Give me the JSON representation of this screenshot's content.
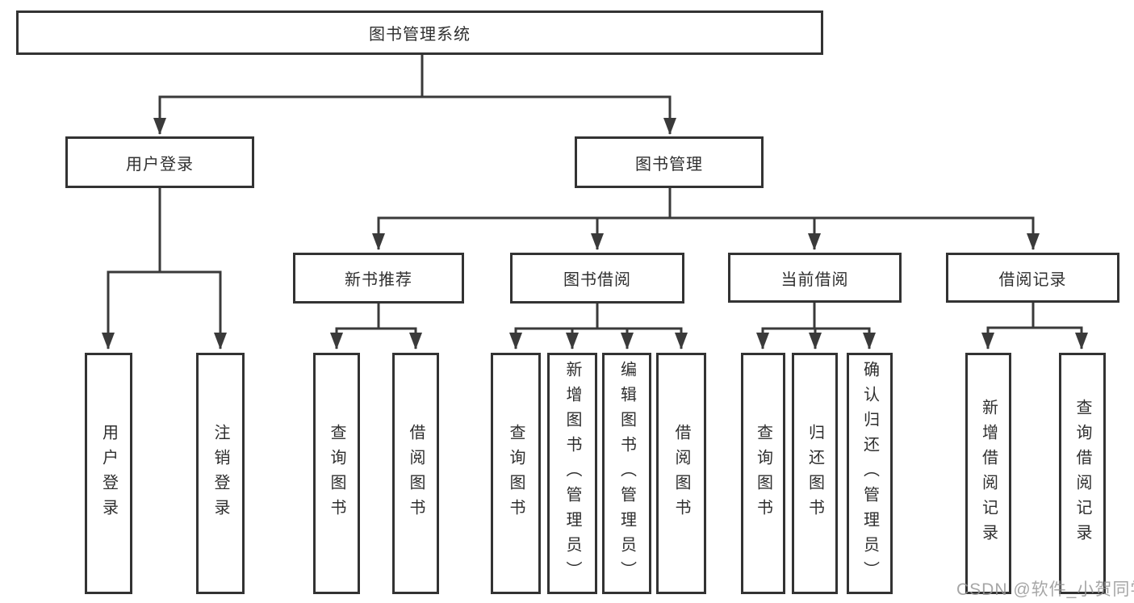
{
  "diagram": {
    "root": {
      "label": "图书管理系统"
    },
    "level2": [
      {
        "label": "用户登录",
        "children": [
          {
            "label": "用户登录"
          },
          {
            "label": "注销登录"
          }
        ]
      },
      {
        "label": "图书管理",
        "children": [
          {
            "label": "新书推荐",
            "children": [
              {
                "label": "查询图书"
              },
              {
                "label": "借阅图书"
              }
            ]
          },
          {
            "label": "图书借阅",
            "children": [
              {
                "label": "查询图书"
              },
              {
                "label": "新增图书（管理员）"
              },
              {
                "label": "编辑图书（管理员）"
              },
              {
                "label": "借阅图书"
              }
            ]
          },
          {
            "label": "当前借阅",
            "children": [
              {
                "label": "查询图书"
              },
              {
                "label": "归还图书"
              },
              {
                "label": "确认归还（管理员）"
              }
            ]
          },
          {
            "label": "借阅记录",
            "children": [
              {
                "label": "新增借阅记录"
              },
              {
                "label": "查询借阅记录"
              }
            ]
          }
        ]
      }
    ]
  },
  "watermark": {
    "text": "CSDN @软件_小贺同学"
  },
  "colors": {
    "line": "#3a3a3a",
    "box_border": "#333333",
    "text": "#2f2f2f",
    "background": "#ffffff",
    "watermark": "#969696"
  }
}
